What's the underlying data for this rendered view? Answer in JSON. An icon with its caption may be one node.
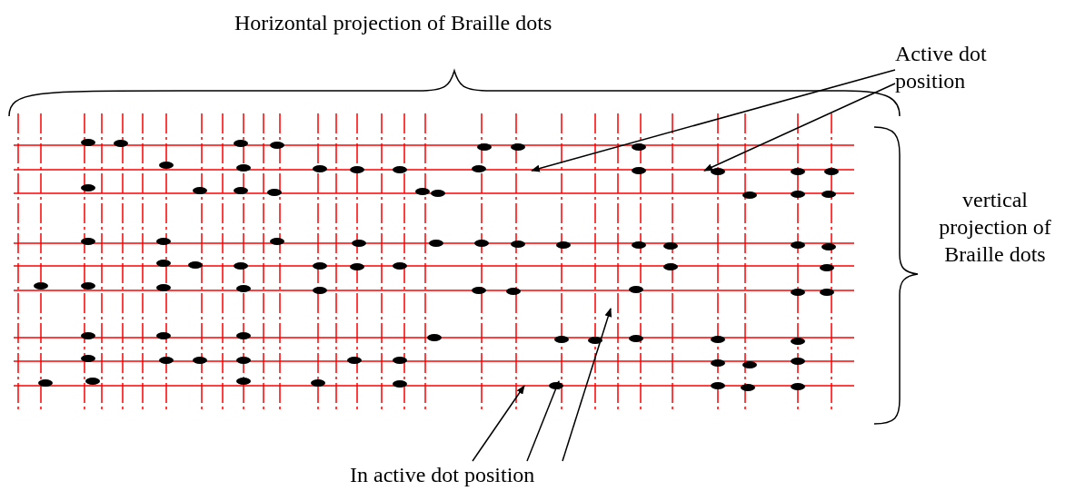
{
  "diagram": {
    "nodes": [
      {
        "text": [
          "Horizontal projection of Braille dots"
        ]
      },
      {
        "text": [
          "Active dot position"
        ]
      },
      {
        "text": [
          "vertical projection of Braille dots"
        ]
      },
      {
        "text": [
          "In active dot position"
        ]
      }
    ],
    "edges": [
      {
        "from": 1,
        "to": null,
        "arrow": "to"
      },
      {
        "from": 1,
        "to": null,
        "arrow": "to"
      },
      {
        "from": 3,
        "to": null,
        "arrow": "to"
      },
      {
        "from": 3,
        "to": null,
        "arrow": "to"
      },
      {
        "from": 3,
        "to": null,
        "arrow": "to"
      }
    ]
  }
}
